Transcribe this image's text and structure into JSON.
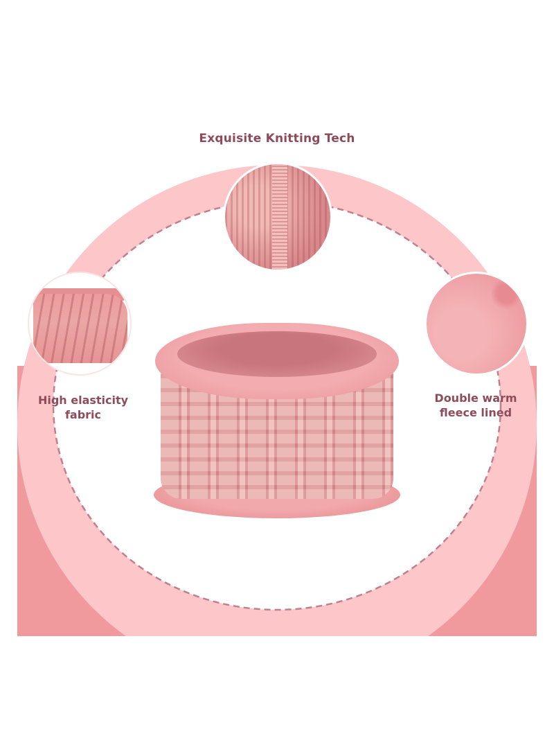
{
  "infographic": {
    "title": "Exquisite Knitting Tech",
    "features": [
      {
        "position": "left",
        "line1": "High elasticity",
        "line2": "fabric",
        "image": "cable-knit-closeup"
      },
      {
        "position": "right",
        "line1": "Double warm",
        "line2": "fleece lined",
        "image": "fleece-lining-closeup"
      },
      {
        "position": "top",
        "image": "knitting-texture-closeup"
      }
    ],
    "product": "pink cable-knit fleece-lined neck warmer"
  },
  "colors": {
    "background": "#ffffff",
    "band_dark": "#f09a9e",
    "ring_light": "#fdc7c9",
    "dash": "#c07f8c",
    "text": "#8e4b5a"
  }
}
